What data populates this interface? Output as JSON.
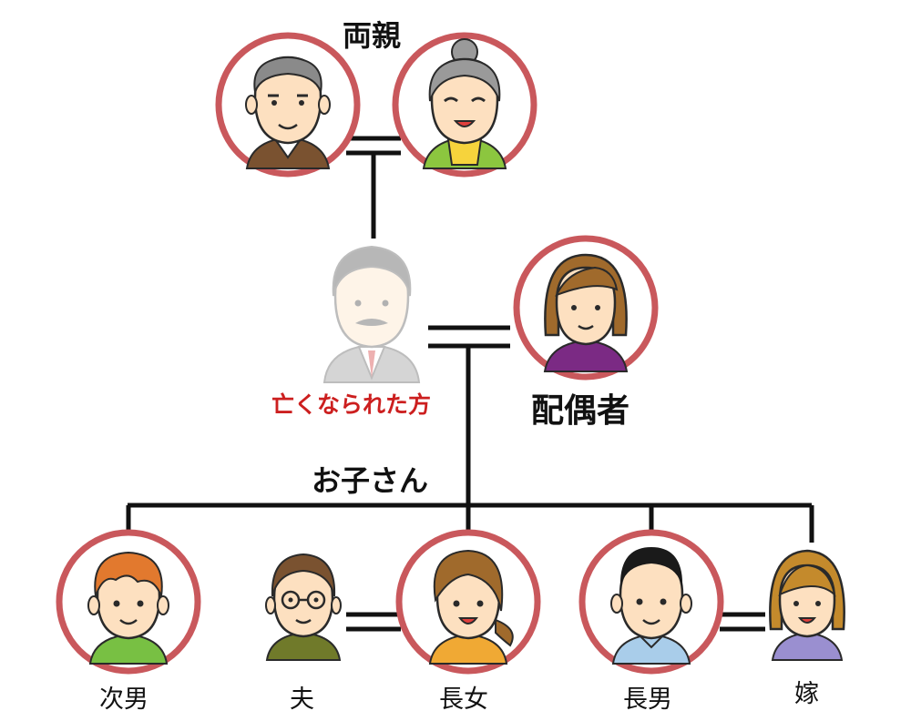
{
  "labels": {
    "parents": "両親",
    "deceased": "亡くなられた方",
    "spouse": "配偶者",
    "children": "お子さん",
    "second_son": "次男",
    "husband": "夫",
    "eldest_daughter": "長女",
    "eldest_son": "長男",
    "daughter_in_law": "嫁"
  },
  "colors": {
    "heir_ring": "#c9585c",
    "line": "#111111",
    "deceased_text": "#cc1f1f",
    "skin": "#fde0c0",
    "outline": "#2a2a2a"
  },
  "people": [
    {
      "id": "father",
      "icon": "elderly-man-icon",
      "heir": true
    },
    {
      "id": "mother",
      "icon": "elderly-woman-icon",
      "heir": true
    },
    {
      "id": "deceased",
      "icon": "deceased-man-icon",
      "heir": false
    },
    {
      "id": "spouse",
      "icon": "woman-icon",
      "heir": true
    },
    {
      "id": "second_son",
      "icon": "boy-icon",
      "heir": true
    },
    {
      "id": "husband",
      "icon": "man-glasses-icon",
      "heir": false
    },
    {
      "id": "eldest_daughter",
      "icon": "girl-icon",
      "heir": true
    },
    {
      "id": "eldest_son",
      "icon": "man-icon",
      "heir": true
    },
    {
      "id": "daughter_in_law",
      "icon": "young-woman-icon",
      "heir": false
    }
  ]
}
